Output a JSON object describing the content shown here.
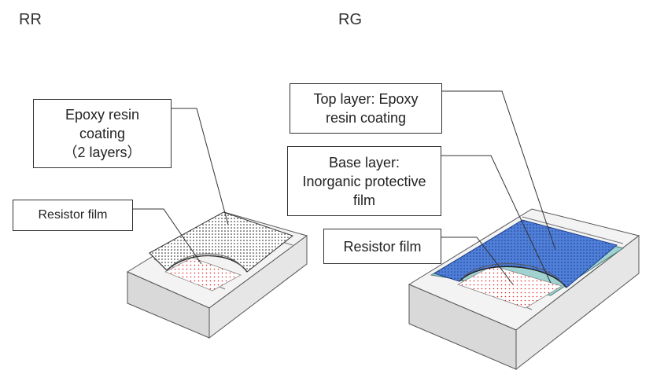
{
  "headings": {
    "rr": "RR",
    "rg": "RG"
  },
  "rr": {
    "epoxy_label": [
      "Epoxy resin",
      "coating",
      "（2 layers）"
    ],
    "resistor_label": "Resistor film"
  },
  "rg": {
    "top_label": [
      "Top layer:  Epoxy",
      "resin coating"
    ],
    "base_label": [
      "Base layer:",
      "Inorganic protective",
      "film"
    ],
    "resistor_label": "Resistor film"
  },
  "colors": {
    "body_top": "#f3f3f3",
    "body_front": "#d9d9d9",
    "body_side": "#e6e6e6",
    "resistor_dots": "#e02020",
    "epoxy_dots": "#1a1a1a",
    "rg_coating": "#4f7fd9",
    "rg_base": "#9fd2d0"
  }
}
